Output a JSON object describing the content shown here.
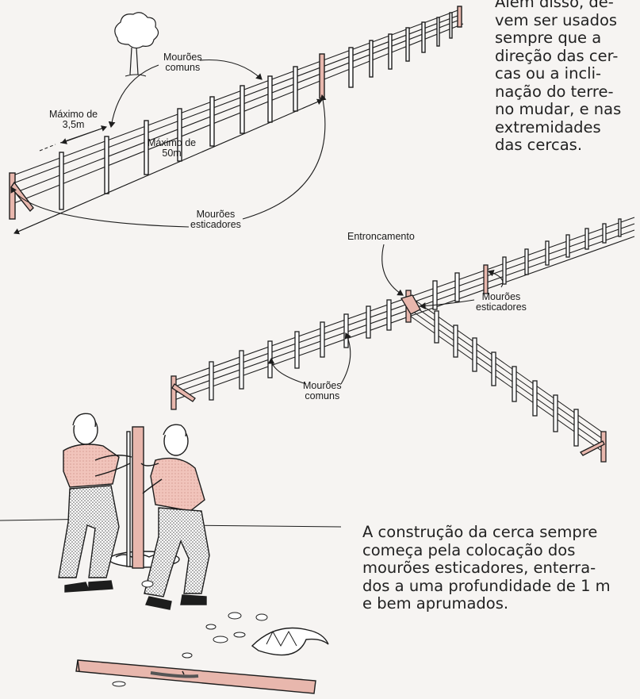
{
  "text_blocks": {
    "top_right": [
      "Além disso, de-",
      "vem ser usados",
      "sempre que a",
      "direção das cer-",
      "cas ou a incli-",
      "nação do terre-",
      "no mudar, e nas",
      "extremidades",
      "das cercas."
    ],
    "bottom_right": [
      "A construção da cerca sempre",
      "começa pela colocação dos",
      "mourões esticadores, enterra-",
      "dos a uma profundidade de 1 m",
      "e bem aprumados."
    ]
  },
  "figure1": {
    "label_max_spacing": [
      "Máximo de",
      "3,5m"
    ],
    "label_common_posts": [
      "Mourões",
      "comuns"
    ],
    "label_max_length": [
      "Máximo de",
      "50m"
    ],
    "label_tension_posts": [
      "Mourões",
      "esticadores"
    ]
  },
  "figure2": {
    "label_junction": "Entroncamento",
    "label_tension_posts": [
      "Mourões",
      "esticadores"
    ],
    "label_common_posts": [
      "Mourões",
      "comuns"
    ]
  },
  "colors": {
    "wood_accent": "#e8b7ad",
    "ink": "#1d1d1d",
    "paper": "#f6f4f2"
  }
}
